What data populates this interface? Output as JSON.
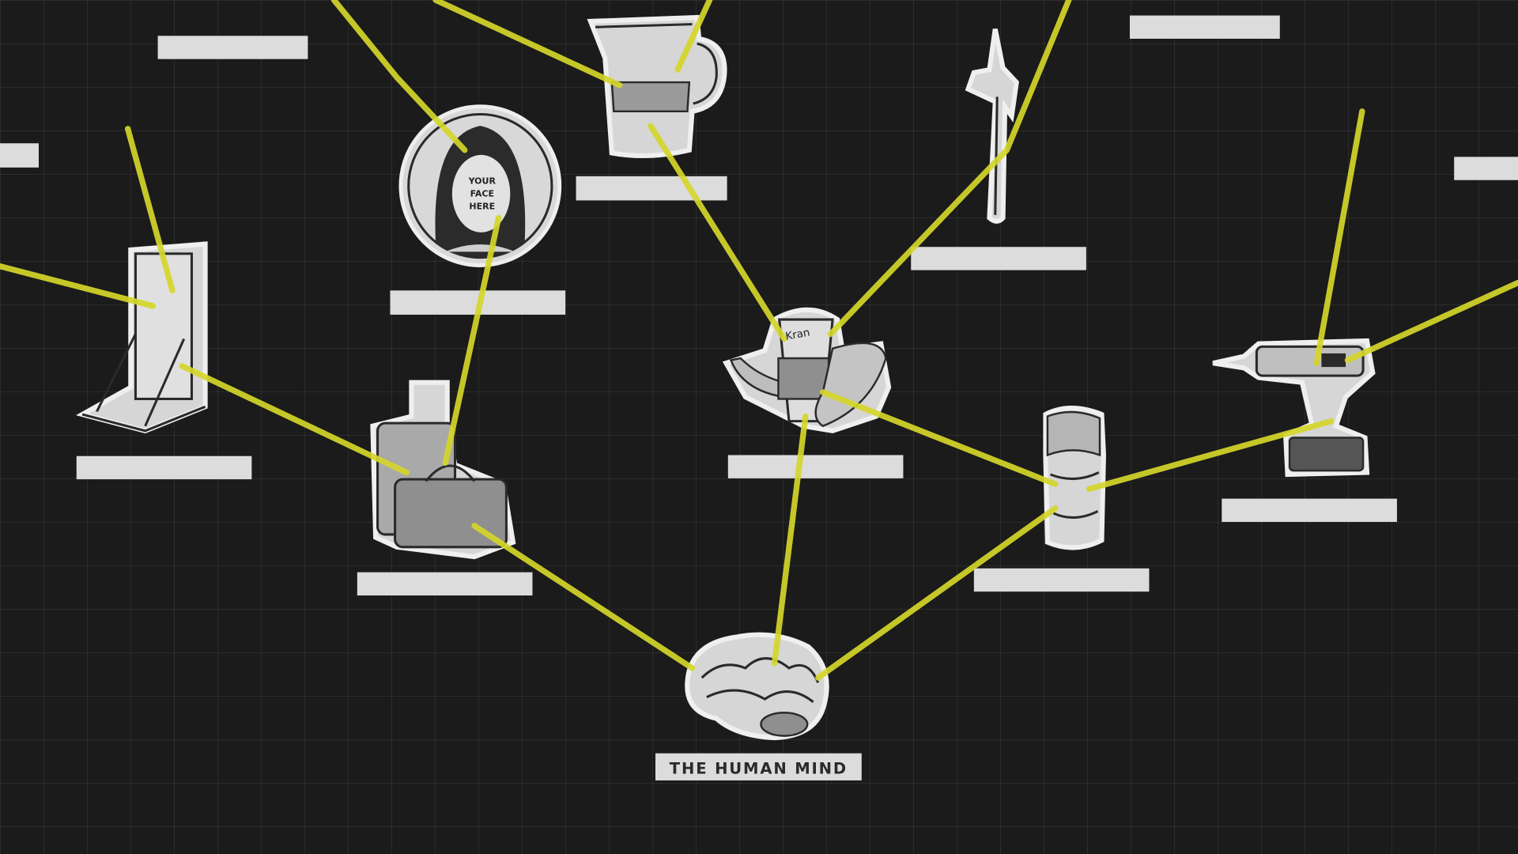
{
  "central_node": {
    "label": "THE HUMAN MIND"
  },
  "nodes": [
    {
      "id": "face",
      "icon": "face-portrait-icon",
      "text": [
        "YOUR",
        "FACE",
        "HERE"
      ]
    },
    {
      "id": "water-jug",
      "icon": "water-filter-pitcher-icon"
    },
    {
      "id": "axe",
      "icon": "axe-icon"
    },
    {
      "id": "guillotine",
      "icon": "guillotine-icon"
    },
    {
      "id": "luggage",
      "icon": "luggage-icon"
    },
    {
      "id": "coffee-banana",
      "icon": "coffee-cup-banana-icon",
      "text": "Kran"
    },
    {
      "id": "burrito",
      "icon": "burrito-icon"
    },
    {
      "id": "drill",
      "icon": "power-drill-icon"
    },
    {
      "id": "brain",
      "icon": "brain-icon"
    }
  ],
  "colors": {
    "background": "#1b1b1b",
    "connector": "#d4d62a",
    "label_bar": "#dcdcdc"
  }
}
